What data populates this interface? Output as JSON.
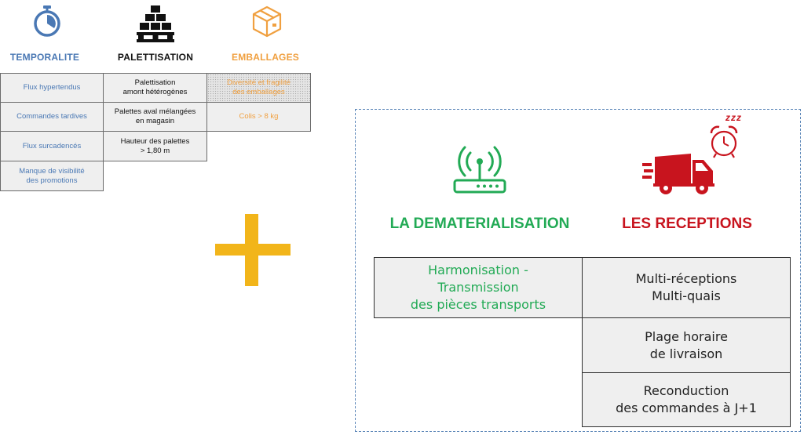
{
  "colors": {
    "blue": "#4a78b4",
    "black": "#111111",
    "orange": "#f0a040",
    "plus": "#f2b51a",
    "green": "#22aa55",
    "red": "#c8141e",
    "dashed_border": "#5b86b8"
  },
  "icons": {
    "stopwatch": "stopwatch-icon",
    "pallet": "pallet-boxes-icon",
    "package": "package-box-icon",
    "router": "wifi-router-icon",
    "truck": "delivery-truck-icon",
    "alarm": "alarm-clock-icon",
    "plus": "plus-icon"
  },
  "top_table": {
    "headers": [
      "TEMPORALITE",
      "PALETTISATION",
      "EMBALLAGES"
    ],
    "temporalite": [
      "Flux hypertendus",
      "Commandes tardives",
      "Flux surcadencés",
      "Manque de visibilité\ndes promotions"
    ],
    "palettisation": [
      "Palettisation\namont hétérogènes",
      "Palettes aval mélangées\nen magasin",
      "Hauteur des palettes\n> 1,80 m"
    ],
    "emballages": [
      "Diversité et fragilité\ndes emballages",
      "Colis > 8 kg"
    ]
  },
  "bottom_panel": {
    "dematerialisation": {
      "title": "LA DEMATERIALISATION",
      "items": [
        "Harmonisation -\nTransmission\ndes pièces transports"
      ]
    },
    "receptions": {
      "title": "LES RECEPTIONS",
      "items": [
        "Multi-réceptions\nMulti-quais",
        "Plage horaire\nde livraison",
        "Reconduction\ndes commandes à J+1"
      ]
    },
    "sleep_text": "zzz"
  }
}
